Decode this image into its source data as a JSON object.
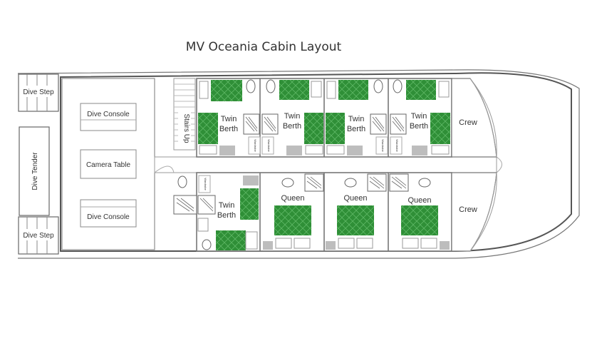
{
  "title": "MV Oceania Cabin Layout",
  "labels": {
    "dive_step": "Dive Step",
    "dive_tender": "Dive Tender",
    "dive_console": "Dive Console",
    "camera_table": "Camera Table",
    "stairs_up": "Stairs Up",
    "twin_line1": "Twin",
    "twin_line2": "Berth",
    "queen": "Queen",
    "crew": "Crew",
    "wardrobe": "Wardrobe"
  },
  "colors": {
    "bed_green": "#2f8f37",
    "bed_dark": "#1f6b26",
    "wall": "#8a8a8a",
    "grey_fill": "#bdbdbd",
    "hull_line": "#555555"
  }
}
